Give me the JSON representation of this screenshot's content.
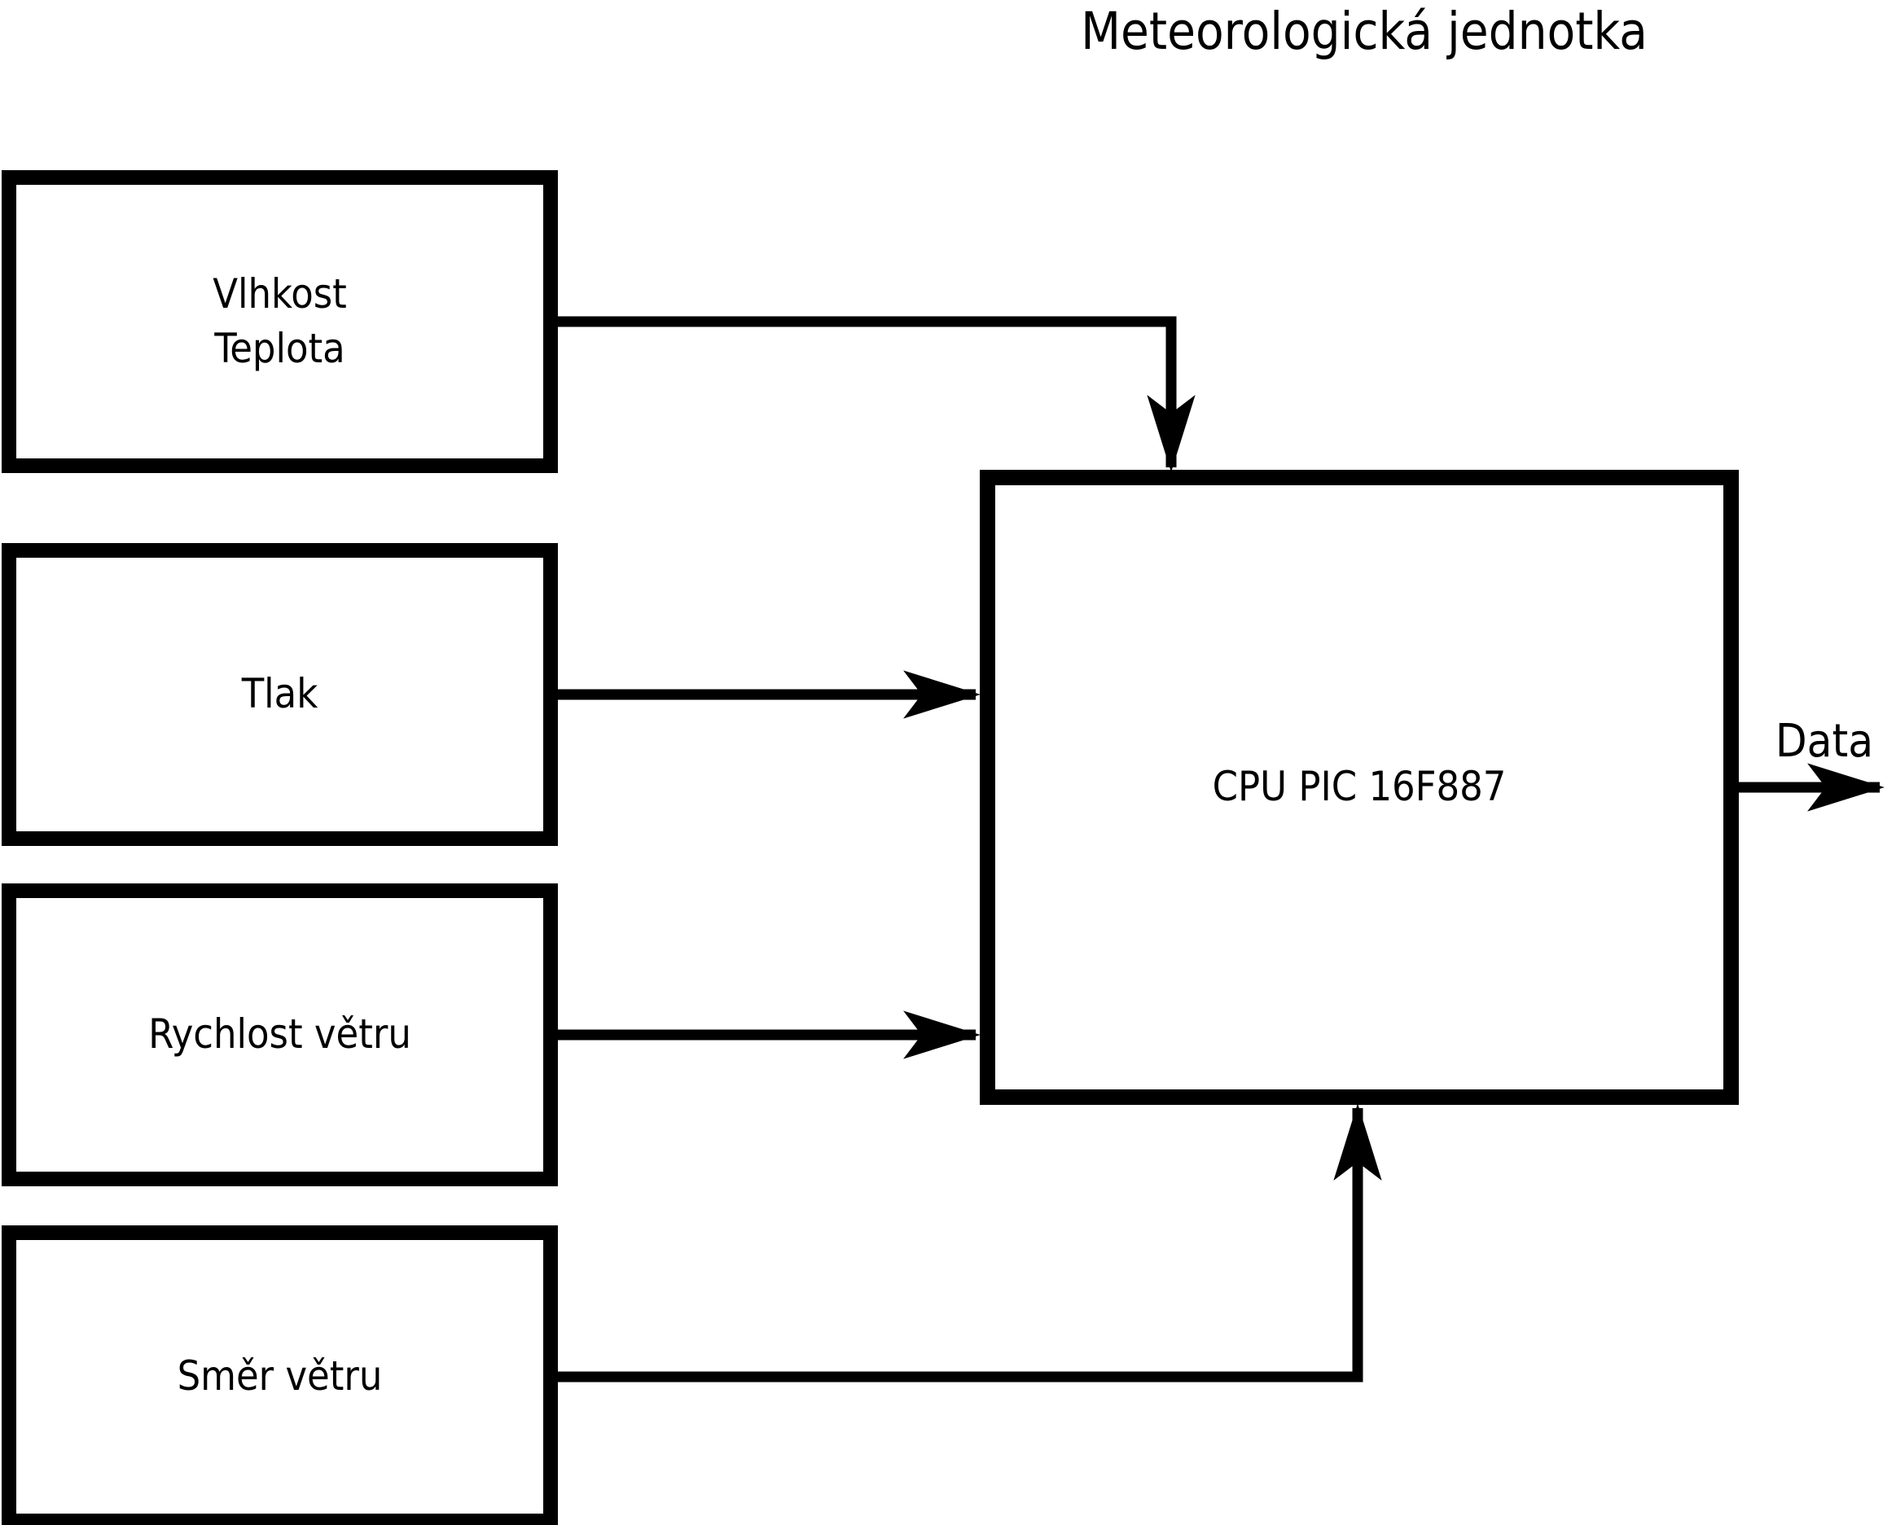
{
  "title": "Meteorologická jednotka",
  "colors": {
    "line": "#000000",
    "background": "#ffffff",
    "text": "#000000"
  },
  "boxes": {
    "humidity_temperature": {
      "label": "Vlhkost\nTeplota"
    },
    "pressure": {
      "label": "Tlak"
    },
    "wind_speed": {
      "label": "Rychlost větru"
    },
    "wind_direction": {
      "label": "Směr větru"
    },
    "cpu": {
      "label": "CPU PIC 16F887"
    }
  },
  "output": {
    "label": "Data"
  }
}
